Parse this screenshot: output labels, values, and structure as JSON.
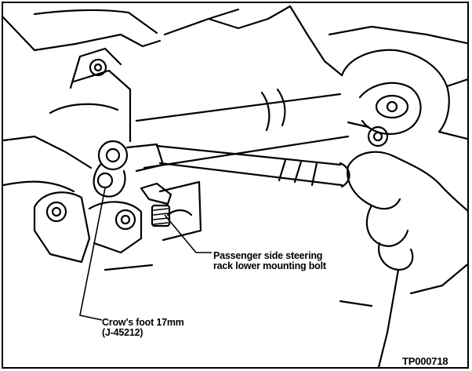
{
  "figure": {
    "callouts": {
      "bolt": "Passenger side steering rack lower mounting bolt",
      "crows_foot_line1": "Crow's foot 17mm",
      "crows_foot_line2": "(J-45212)"
    },
    "figure_id": "TP000718"
  }
}
